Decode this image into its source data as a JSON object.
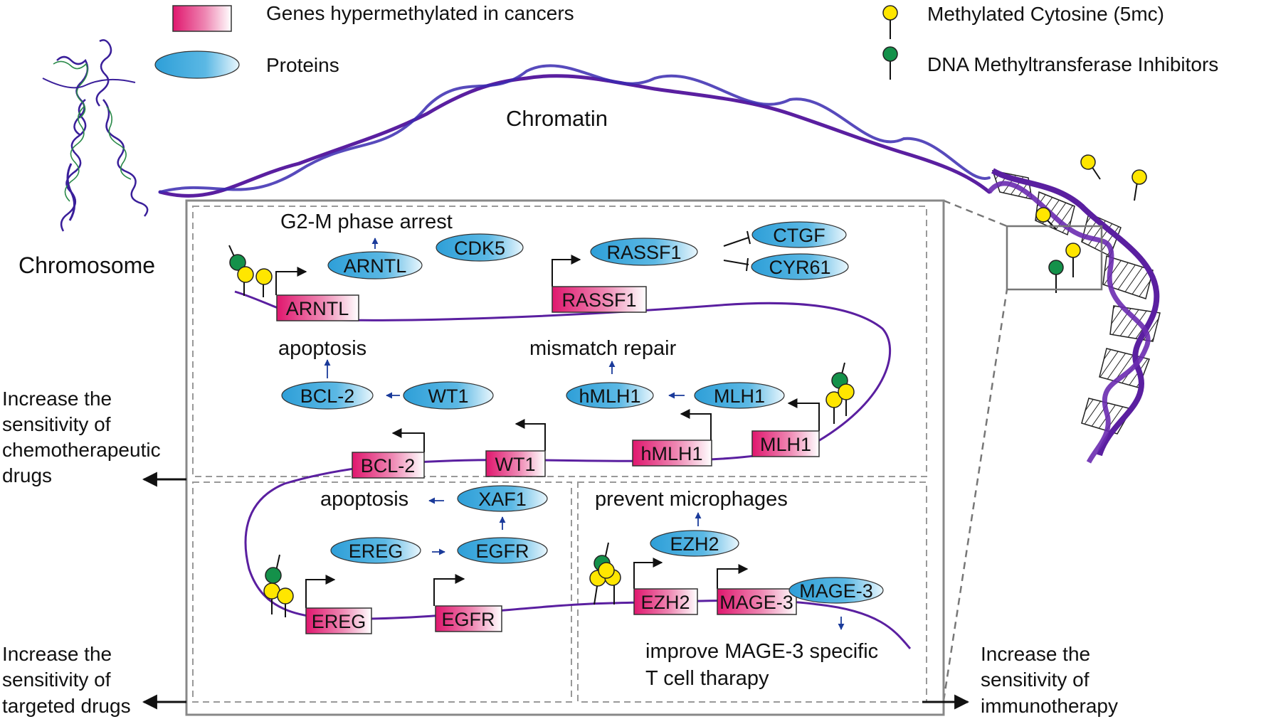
{
  "legend": {
    "genes": "Genes hypermethylated in cancers",
    "proteins": "Proteins",
    "methylated": "Methylated Cytosine (5mc)",
    "inhibitors": "DNA Methyltransferase Inhibitors"
  },
  "labels": {
    "chromatin": "Chromatin",
    "chromosome": "Chromosome"
  },
  "processes": {
    "g2m": "G2-M phase arrest",
    "apoptosis_top": "apoptosis",
    "mismatch": "mismatch repair",
    "apoptosis_bottom": "apoptosis",
    "microphages": "prevent microphages",
    "mage_line1": "improve MAGE-3 specific",
    "mage_line2": "T cell tharapy"
  },
  "outcomes": {
    "chemo": [
      "Increase the",
      "sensitivity of",
      "chemotherapeutic",
      "drugs"
    ],
    "targeted": [
      "Increase the",
      "sensitivity of",
      "targeted drugs"
    ],
    "immuno": [
      "Increase the",
      "sensitivity of",
      "immunotherapy"
    ]
  },
  "genes": [
    "ARNTL",
    "RASSF1",
    "MLH1",
    "hMLH1",
    "WT1",
    "BCL-2",
    "EREG",
    "EGFR",
    "EZH2",
    "MAGE-3"
  ],
  "proteins": [
    "ARNTL",
    "CDK5",
    "RASSF1",
    "CTGF",
    "CYR61",
    "BCL-2",
    "WT1",
    "hMLH1",
    "MLH1",
    "XAF1",
    "EREG",
    "EGFR",
    "EZH2",
    "MAGE-3"
  ],
  "colors": {
    "gene_fill": "#e0176e",
    "protein_fill": "#2e9fd8",
    "methylated_cytosine": "#ffe600",
    "dnmt_inhibitor": "#14914a",
    "dna_strand": "#5a1fa0",
    "arrow_blue": "#1a3a9a",
    "frame": "#888888"
  }
}
